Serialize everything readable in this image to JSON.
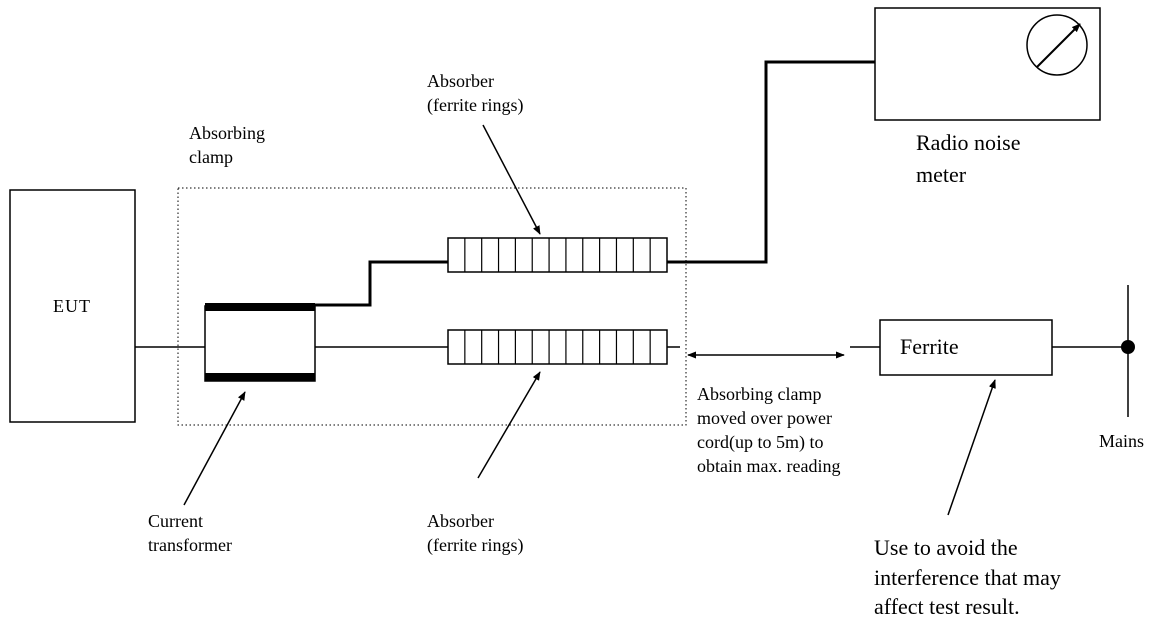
{
  "labels": {
    "eut": "EUT",
    "absorbing_clamp": [
      "Absorbing",
      "clamp"
    ],
    "absorber_top": [
      "Absorber",
      "(ferrite rings)"
    ],
    "absorber_bottom": [
      "Absorber",
      "(ferrite rings)"
    ],
    "radio_noise_meter": [
      "Radio noise",
      "meter"
    ],
    "ferrite": "Ferrite",
    "mains": "Mains",
    "current_transformer": [
      "Current",
      "transformer"
    ],
    "clamp_movement": [
      "Absorbing clamp",
      "moved over power",
      "cord(up to 5m) to",
      "obtain max. reading"
    ],
    "ferrite_note": [
      "Use to avoid the",
      "interference that may",
      "affect test result."
    ]
  }
}
